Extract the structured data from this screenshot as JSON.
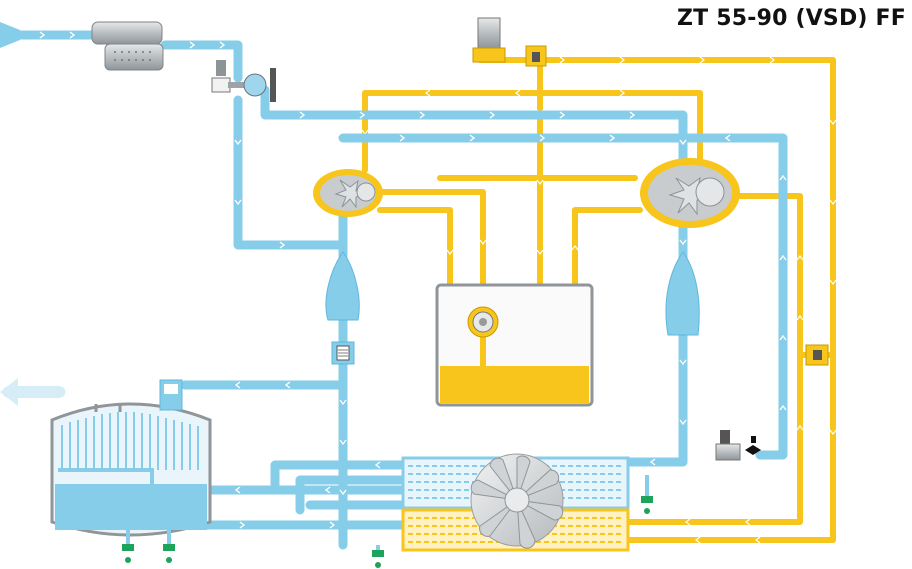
{
  "diagram": {
    "title": "ZT 55-90 (VSD) FF",
    "colors": {
      "air": "#86cdea",
      "air_dark": "#5fb7dc",
      "oil": "#f7c51c",
      "oil_dark": "#e7ad00",
      "equipment_gray": "#c8ccce",
      "water_drop": "#1ea35a",
      "exhaust": "#d6ecf6"
    },
    "components": [
      "inlet-filter",
      "unloader-valve",
      "low-pressure-element",
      "high-pressure-element",
      "intercooler",
      "aftercooler",
      "oil-sump",
      "oil-pump",
      "check-valve",
      "cooler-fan",
      "dryer-vessel",
      "drain-valves",
      "solenoid-valve",
      "oil-filter",
      "thermostatic-valve"
    ]
  }
}
